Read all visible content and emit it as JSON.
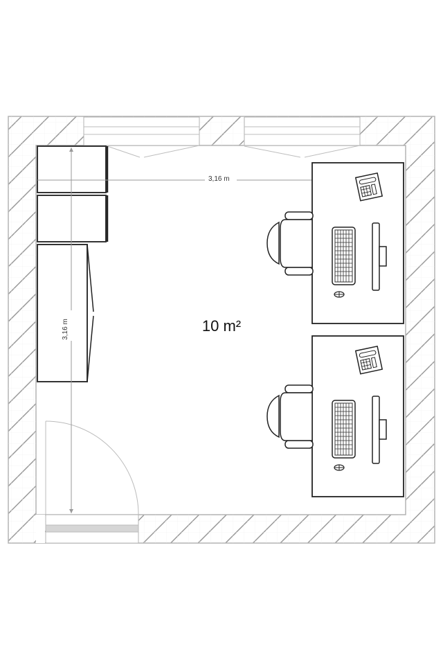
{
  "floorplan": {
    "room_area_label": "10 m²",
    "dimension_width_label": "3,16 m",
    "dimension_height_label": "3,16 m",
    "colors": {
      "wall_stroke": "#b3b3b3",
      "hatch": "#a8a8a8",
      "furniture_stroke": "#222222",
      "door_sill": "#d6d6d6"
    },
    "elements": [
      {
        "type": "window",
        "position": "top-left"
      },
      {
        "type": "window",
        "position": "top-right"
      },
      {
        "type": "door",
        "position": "bottom-left"
      },
      {
        "type": "cabinet",
        "count": 2,
        "position": "left-top"
      },
      {
        "type": "wardrobe",
        "position": "left-middle"
      },
      {
        "type": "desk",
        "count": 2,
        "position": "right",
        "items": [
          "chair",
          "keyboard",
          "monitor",
          "mouse",
          "phone"
        ]
      }
    ]
  }
}
